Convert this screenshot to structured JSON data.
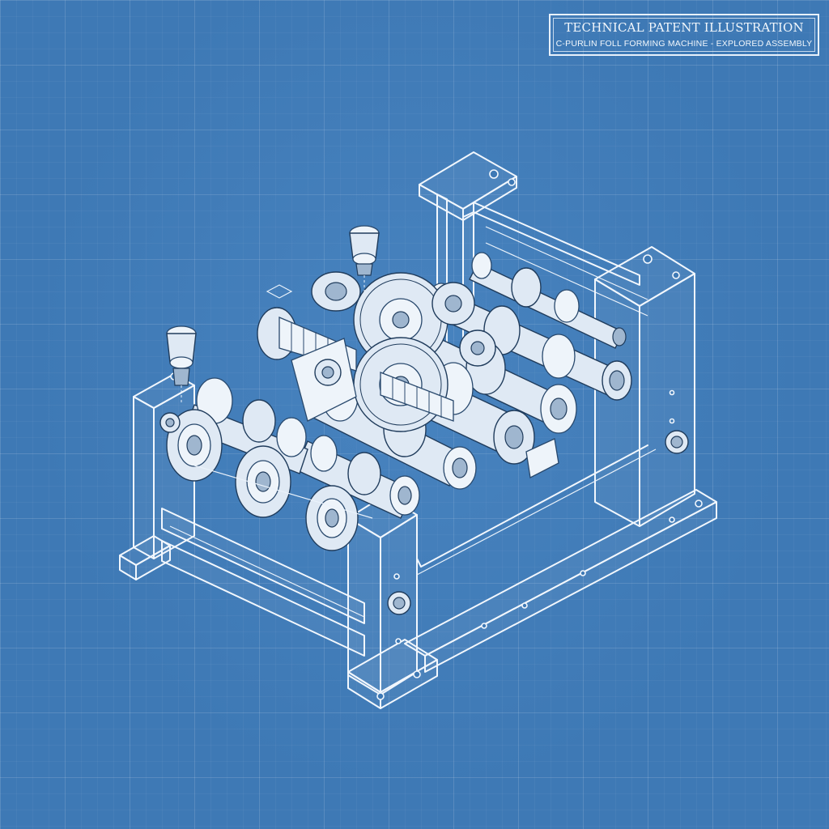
{
  "title_block": {
    "title": "TECHNICAL PATENT ILLUSTRATION",
    "subtitle": "C-PURLIN FOLL FORMING MACHINE - EXPLORED ASSEMBLY"
  },
  "colors": {
    "background": "#3e79b5",
    "grid": "#6a9bcc",
    "linework": "#f2f7fd",
    "part_fill": "#dfe9f4"
  },
  "drawing": {
    "subject": "roll-forming-machine-exploded-assembly"
  }
}
